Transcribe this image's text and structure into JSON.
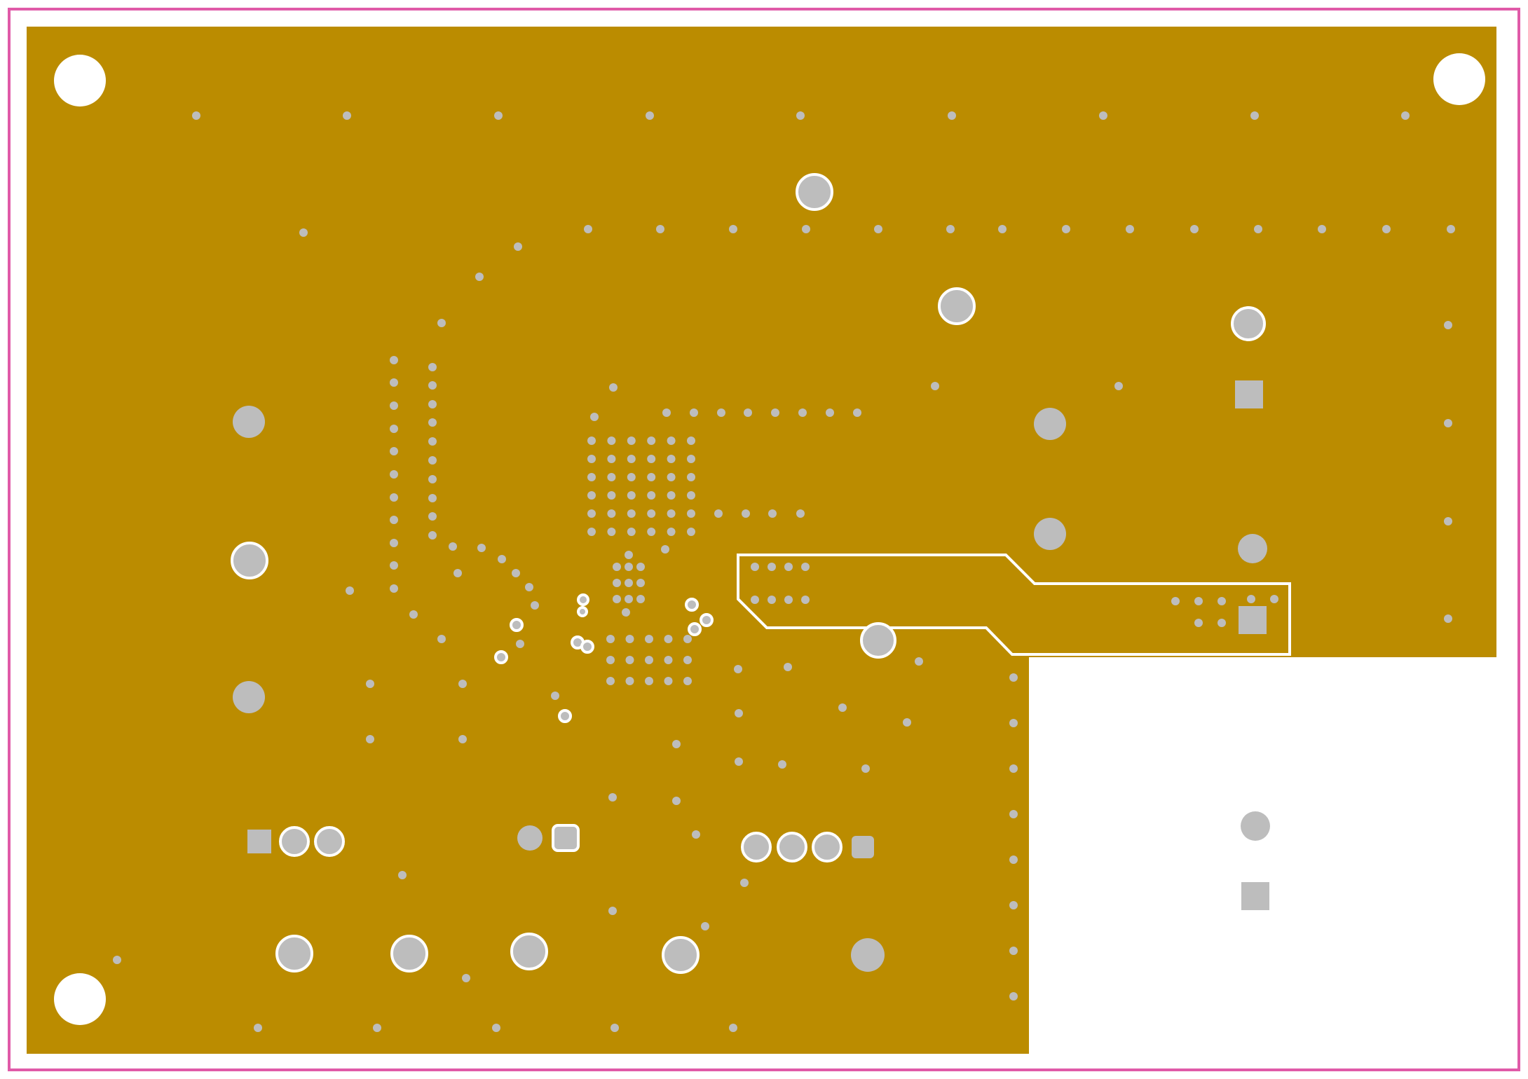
{
  "colors": {
    "background": "#ffffff",
    "board_outline": "#e05aa8",
    "copper_pour": "#bb8c00",
    "pad": "#bdbdbd",
    "clearance": "#ffffff"
  },
  "layer": {
    "copper_planes": [
      "main-ground-plane",
      "right-upper-plane",
      "isolated-net-island"
    ],
    "mounting_holes": 3,
    "outline": "board-edge"
  }
}
